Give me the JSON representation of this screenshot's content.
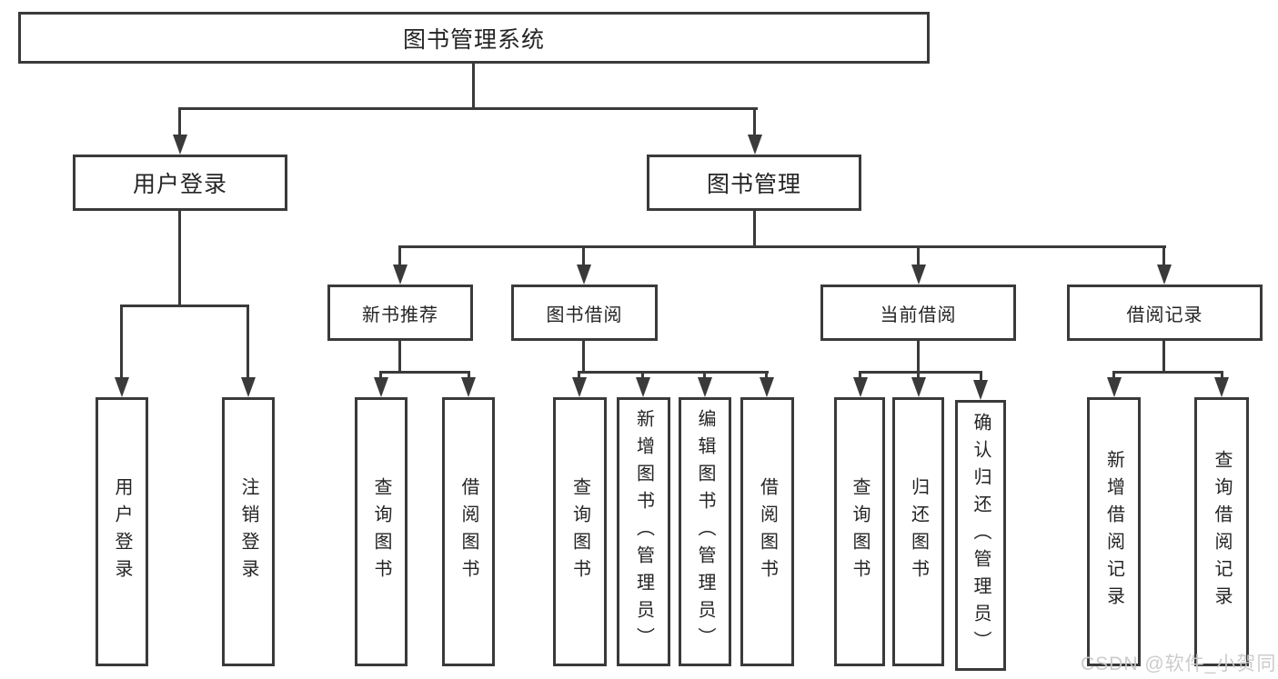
{
  "diagram_title": "图书管理系统",
  "colors": {
    "line": "#3a3a3a",
    "box_border": "#3a3a3a",
    "box_fill": "#ffffff",
    "text": "#242424",
    "watermark": "#c9c9c9"
  },
  "tree": {
    "root": "图书管理系统",
    "user_login": {
      "label": "用户登录",
      "children": [
        "用户登录",
        "注销登录"
      ]
    },
    "book_mgmt": {
      "label": "图书管理"
    },
    "new_book": {
      "label": "新书推荐",
      "children": [
        "查询图书",
        "借阅图书"
      ]
    },
    "book_borrow": {
      "label": "图书借阅",
      "children": [
        "查询图书",
        "新增图书（管理员）",
        "编辑图书（管理员）",
        "借阅图书"
      ]
    },
    "current_borrow": {
      "label": "当前借阅",
      "children": [
        "查询图书",
        "归还图书",
        "确认归还（管理员）"
      ]
    },
    "borrow_record": {
      "label": "借阅记录",
      "children": [
        "新增借阅记录",
        "查询借阅记录"
      ]
    }
  },
  "watermark": "CSDN @软件_小贺同学"
}
